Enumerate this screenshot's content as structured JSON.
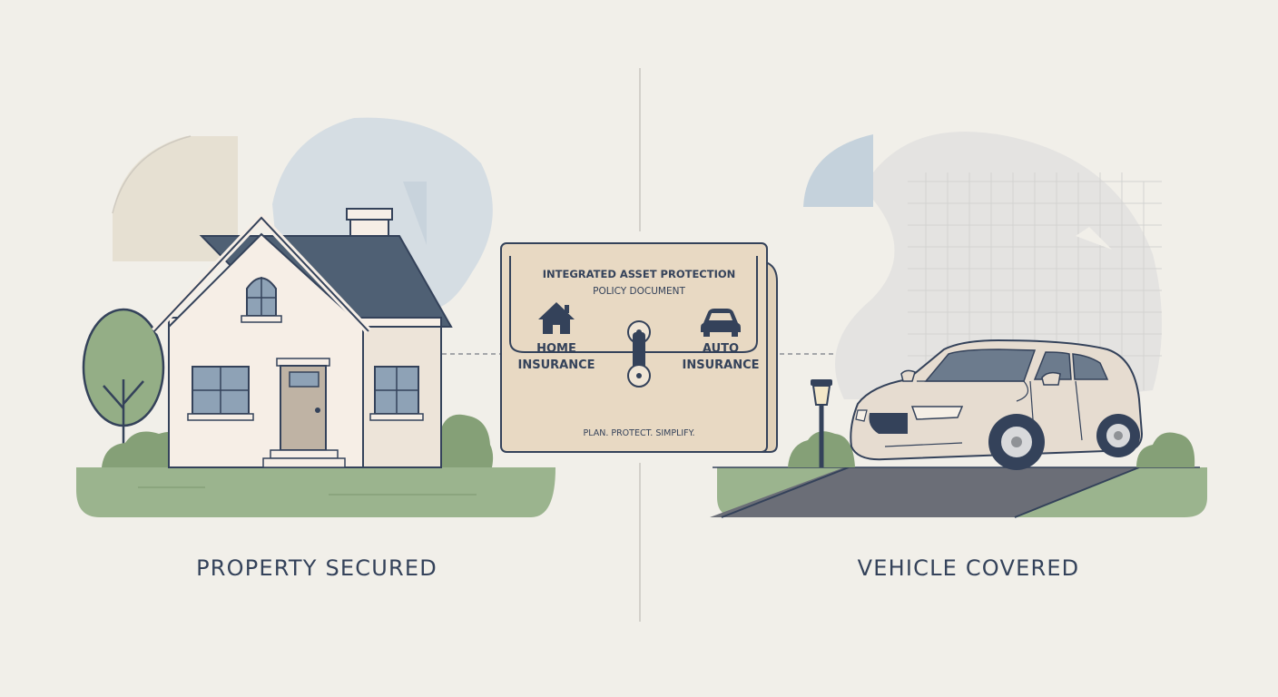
{
  "captions": {
    "left": "PROPERTY SECURED",
    "right": "VEHICLE COVERED"
  },
  "policy": {
    "title": "INTEGRATED ASSET PROTECTION",
    "subtitle": "POLICY DOCUMENT",
    "home_line1": "HOME",
    "home_line2": "INSURANCE",
    "auto_line1": "AUTO",
    "auto_line2": "INSURANCE",
    "tagline": "PLAN. PROTECT. SIMPLIFY."
  },
  "icons": {
    "home": "house-icon",
    "auto": "car-icon",
    "clasp": "folder-clasp-icon"
  },
  "colors": {
    "background": "#f1efe9",
    "navy": "#34425a",
    "roof": "#4f6074",
    "house_wall": "#f6eee6",
    "folder": "#e8d9c3",
    "grass": "#9bb48e",
    "road": "#6b6e77",
    "car": "#e6dcd0",
    "accent_blue": "#c5d2dc"
  }
}
